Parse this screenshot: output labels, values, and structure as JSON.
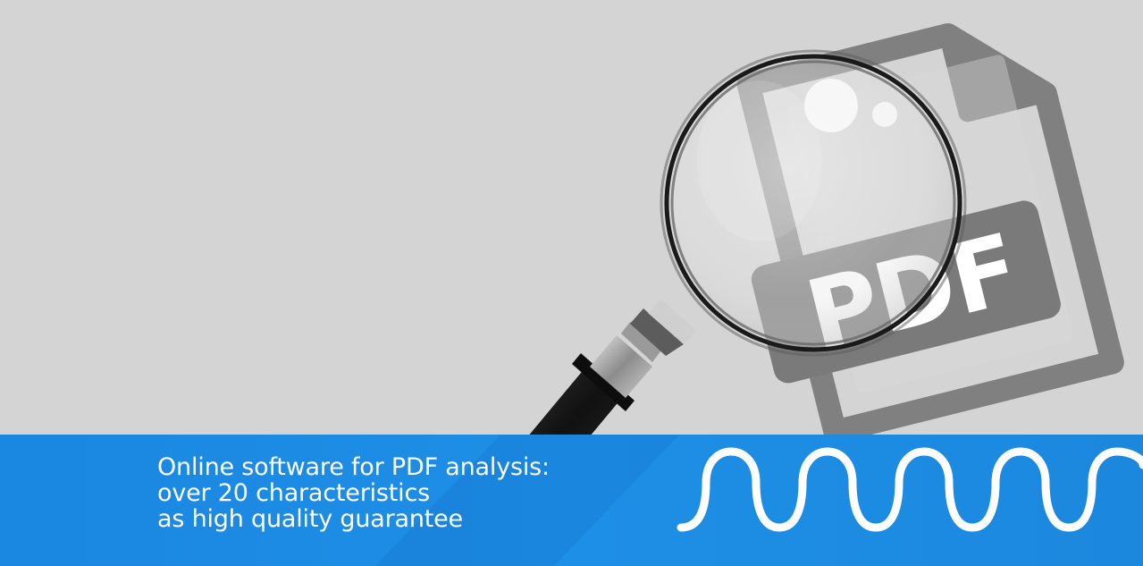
{
  "banner": {
    "caption_lines": [
      "Online software for PDF analysis:",
      "over 20 characteristics",
      "as high quality guarantee"
    ],
    "pdf_icon_label": "PDF"
  },
  "colors": {
    "background_gray": "#d4d4d4",
    "strip_blue": "#1e8fe6",
    "strip_blue_dark": "#1676cf",
    "icon_gray": "#7a7a7a",
    "wave_white": "#ffffff"
  },
  "icons": [
    "magnifying-glass-icon",
    "pdf-document-icon",
    "wave-line-icon"
  ]
}
